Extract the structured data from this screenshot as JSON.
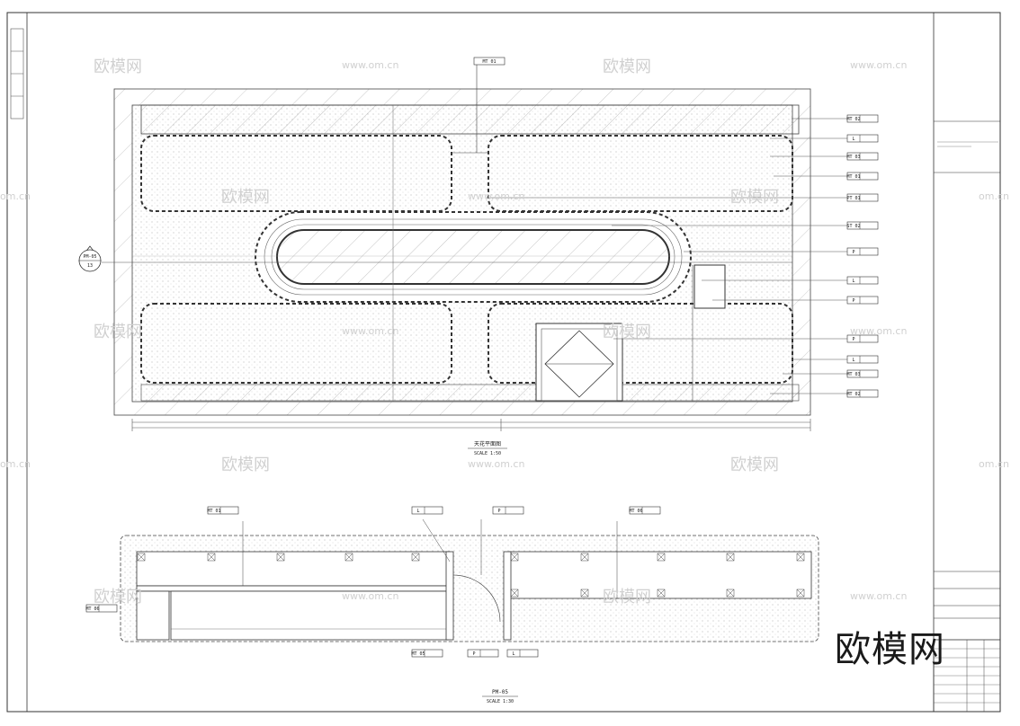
{
  "drawing": {
    "plan_title": "天花平面图",
    "plan_scale": "SCALE 1:50",
    "section_title": "PM-05",
    "section_scale": "SCALE 1:30",
    "marker_top": "PM-05",
    "marker_bottom": "13"
  },
  "tags": {
    "top": "MT 01",
    "right": [
      "MT 02",
      "L",
      "MT 03",
      "MT 01",
      "PT 01",
      "ST 02",
      "P",
      "L",
      "P",
      "P",
      "L",
      "MT 03",
      "MT 02"
    ],
    "section_top": [
      "MT 01",
      "L",
      "P",
      "MT 06"
    ],
    "section_left": "MT 06",
    "section_bottom": [
      "MT 05",
      "P",
      "L"
    ]
  },
  "watermarks": {
    "brand": "欧模网",
    "url": "www.om.cn",
    "url_short": "om.cn"
  },
  "logo_text": "欧模网"
}
